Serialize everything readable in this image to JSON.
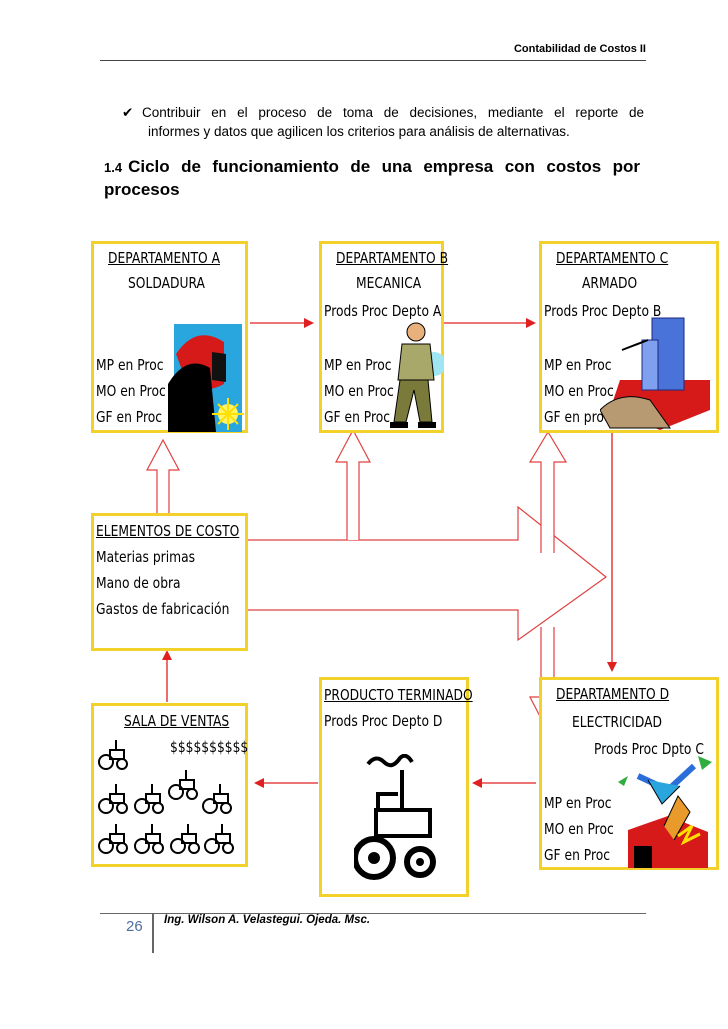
{
  "header": {
    "title": "Contabilidad de Costos  II"
  },
  "bullet": {
    "line1": "Contribuir  en  el  proceso  de  toma  de  decisiones,  mediante  el  reporte  de",
    "line2": "informes y datos que agilicen los criterios para análisis de alternativas."
  },
  "section": {
    "number": "1.4",
    "title_line1": "Ciclo  de  funcionamiento  de  una  empresa  con  costos  por",
    "title_line2": "procesos"
  },
  "diagram": {
    "dept_a": {
      "title": "DEPARTAMENTO A",
      "subtitle": "SOLDADURA",
      "mp": "MP en Proc",
      "mo": "MO en Proc",
      "gf": "GF en Proc"
    },
    "dept_b": {
      "title": "DEPARTAMENTO B",
      "subtitle": "MECANICA",
      "prods": "Prods Proc Depto A",
      "mp": "MP en Proc",
      "mo": "MO en Proc",
      "gf": "GF en Proc"
    },
    "dept_c": {
      "title": "DEPARTAMENTO C",
      "subtitle": "ARMADO",
      "prods": "Prods Proc Depto B",
      "mp": "MP en Proc",
      "mo": "MO en Proc",
      "gf": "GF en proc"
    },
    "costs": {
      "title": "ELEMENTOS DE COSTO",
      "items": [
        "Materias primas",
        "Mano de obra",
        "Gastos de fabricación"
      ]
    },
    "sales": {
      "title": "SALA DE VENTAS",
      "money": "$$$$$$$$$$"
    },
    "finished": {
      "title": "PRODUCTO TERMINADO",
      "prods": "Prods Proc Depto D"
    },
    "dept_d": {
      "title": "DEPARTAMENTO D",
      "subtitle": "ELECTRICIDAD",
      "prods": "Prods Proc Dpto C",
      "mp": "MP en Proc",
      "mo": "MO en Proc",
      "gf": "GF en Proc"
    }
  },
  "footer": {
    "page_number": "26",
    "author": "Ing. Wilson  A. Velastegui.  Ojeda. Msc."
  },
  "colors": {
    "box_border": "#f2d22a",
    "arrow_red": "#e02020"
  }
}
